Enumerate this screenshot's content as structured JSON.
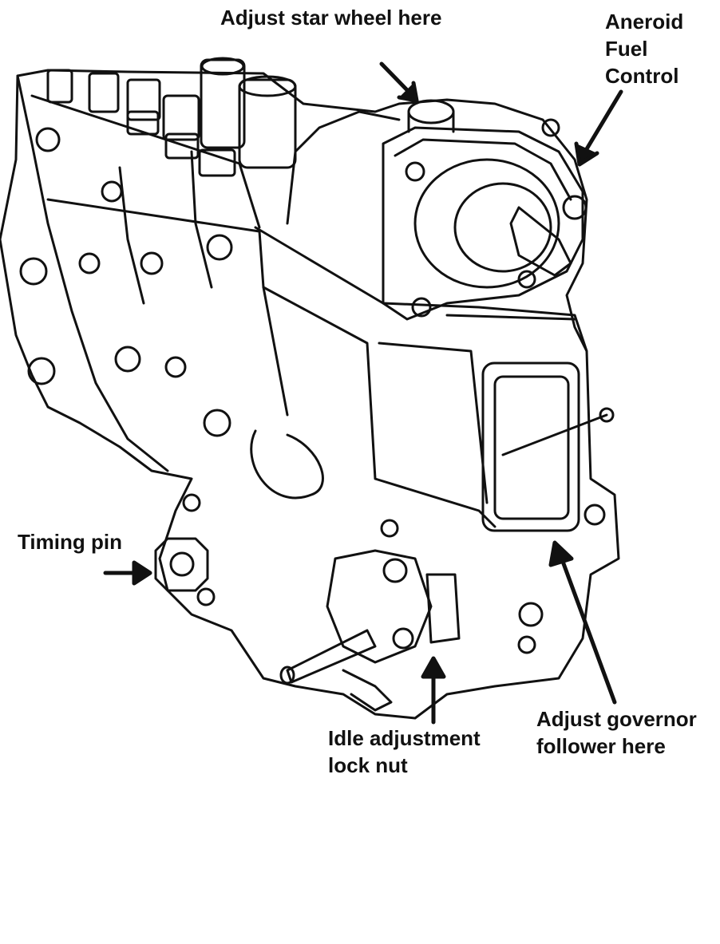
{
  "labels": {
    "star_wheel": "Adjust star wheel here",
    "aneroid": [
      "Aneroid",
      "Fuel",
      "Control"
    ],
    "timing_pin": "Timing pin",
    "idle": [
      "Idle adjustment",
      "lock nut"
    ],
    "governor": [
      "Adjust governor",
      "follower here"
    ]
  },
  "colors": {
    "ink": "#111111",
    "background": "#ffffff"
  }
}
